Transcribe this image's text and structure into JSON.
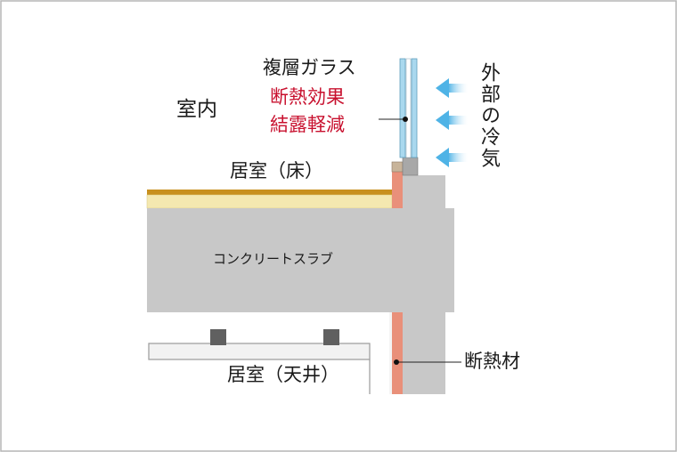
{
  "labels": {
    "indoor": "室内",
    "glass": "複層ガラス",
    "effect1": "断熱効果",
    "effect2": "結露軽減",
    "outside_cold": "外部の冷気",
    "room_floor": "居室（床）",
    "slab": "コンクリートスラブ",
    "insulation": "断熱材",
    "room_ceiling": "居室（天井）"
  },
  "colors": {
    "concrete": "#c8c8c8",
    "concrete_edge": "#9a9a9a",
    "floor_finish": "#c8901e",
    "floor_base": "#f4e8b0",
    "insulation": "#e9907a",
    "glass_blue": "#a9d8ee",
    "arrow_blue": "#6ec3ea",
    "red_text": "#c8102e",
    "frame": "#b5b5b5"
  }
}
